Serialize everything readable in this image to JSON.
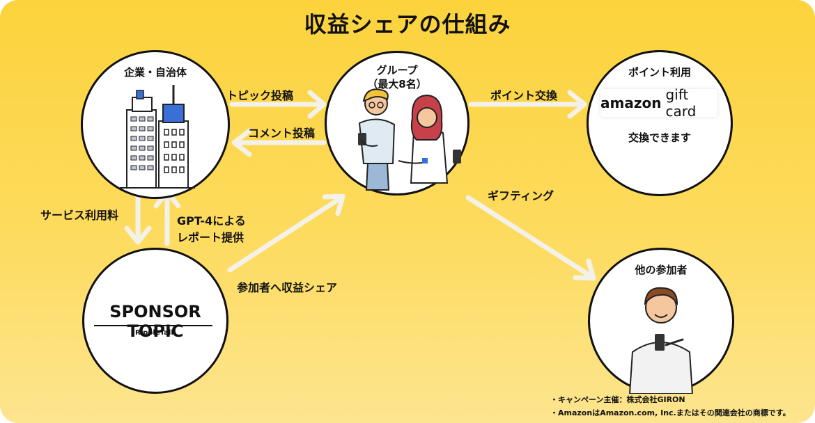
{
  "title": "収益シェアの仕組み",
  "nodes": {
    "company": {
      "label": "企業・自治体"
    },
    "group": {
      "label_line1": "グループ",
      "label_line2": "（最大8名）"
    },
    "points": {
      "label": "ポイント利用",
      "brand": "amazon",
      "card": "gift card",
      "caption": "交換できます"
    },
    "sponsor": {
      "logo": "SPONSOR TOPIC",
      "sub": "RippleTalk"
    },
    "others": {
      "label": "他の参加者"
    }
  },
  "edges": {
    "topic_post": "トピック投稿",
    "comment_post": "コメント投稿",
    "point_exchange": "ポイント交換",
    "gifting": "ギフティング",
    "service_fee": "サービス利用料",
    "report_line1": "GPT-4による",
    "report_line2": "レポート提供",
    "revenue_share": "参加者へ収益シェア"
  },
  "footnotes": [
    "・キャンペーン主催：株式会社GIRON",
    "・AmazonはAmazon.com, Inc.またはその関連会社の商標です。"
  ],
  "colors": {
    "background_top": "#fcd33c",
    "arrow": "#f4f1e8",
    "building_blue": "#3a6fd8"
  }
}
